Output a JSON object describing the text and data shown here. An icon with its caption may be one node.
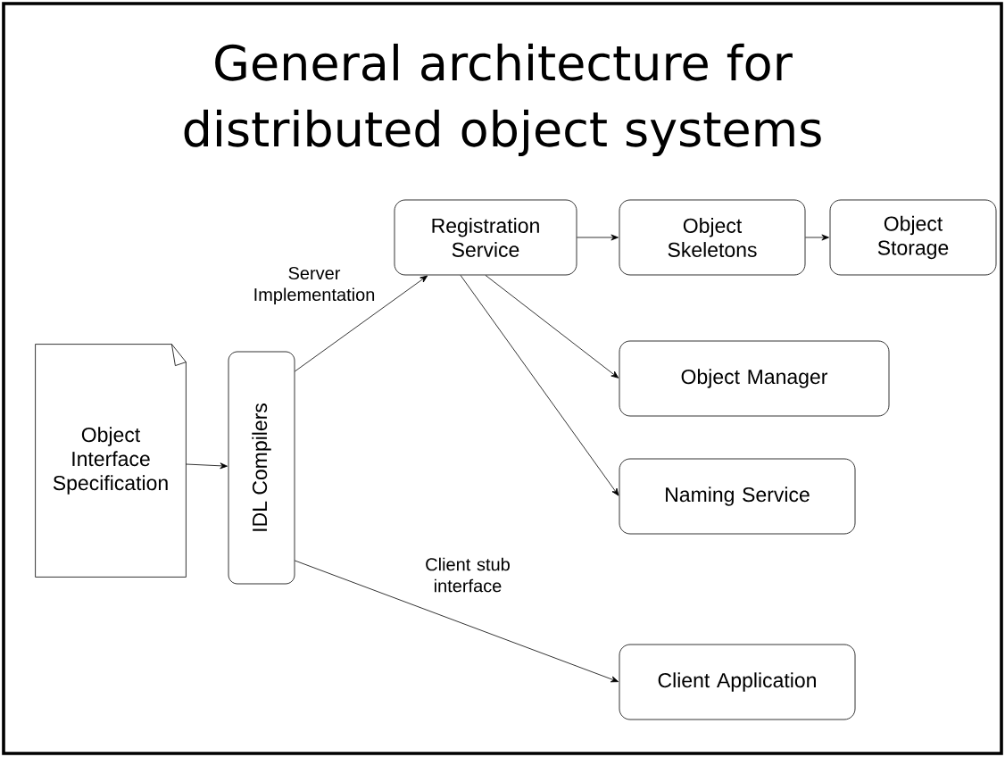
{
  "diagram": {
    "title": "General architecture for distributed object systems",
    "nodes": [
      {
        "text": [
          "Object Interface Specification"
        ]
      },
      {
        "text": [
          "IDL Compilers"
        ]
      },
      {
        "text": [
          "Registration Service"
        ]
      },
      {
        "text": [
          "Object Skeletons"
        ]
      },
      {
        "text": [
          "Object Storage"
        ]
      },
      {
        "text": [
          "Object Manager"
        ]
      },
      {
        "text": [
          "Naming Service"
        ]
      },
      {
        "text": [
          "Client Application"
        ]
      }
    ],
    "edges": [
      {
        "from": 0,
        "to": 1,
        "arrow": "to"
      },
      {
        "from": 1,
        "to": 2,
        "arrow": "to",
        "label": "Server Implementation"
      },
      {
        "from": 2,
        "to": 3,
        "arrow": "to"
      },
      {
        "from": 3,
        "to": 4,
        "arrow": "to"
      },
      {
        "from": 2,
        "to": 5,
        "arrow": "to"
      },
      {
        "from": 2,
        "to": 6,
        "arrow": "to"
      },
      {
        "from": 1,
        "to": 7,
        "arrow": "to",
        "label": "Client stub interface"
      }
    ]
  }
}
